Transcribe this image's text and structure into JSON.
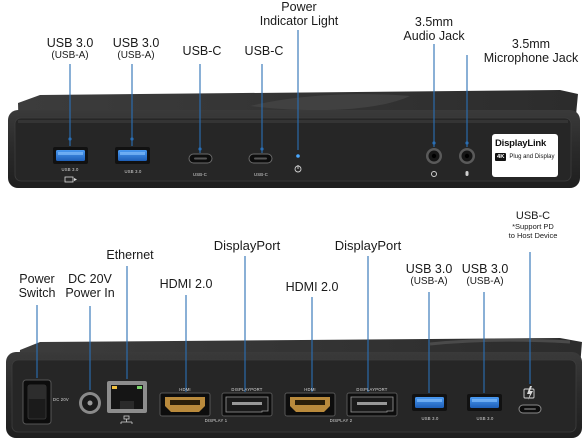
{
  "top_labels": {
    "usb30_a1": {
      "main": "USB 3.0",
      "sub": "(USB-A)"
    },
    "usb30_a2": {
      "main": "USB 3.0",
      "sub": "(USB-A)"
    },
    "usbc_1": "USB-C",
    "usbc_2": "USB-C",
    "power_light": [
      "Power",
      "Indicator Light"
    ],
    "audio_jack": [
      "3.5mm",
      "Audio Jack"
    ],
    "mic_jack": [
      "3.5mm",
      "Microphone Jack"
    ]
  },
  "bottom_labels": {
    "power_switch": [
      "Power",
      "Switch"
    ],
    "dc_power": [
      "DC 20V",
      "Power In"
    ],
    "ethernet": "Ethernet",
    "hdmi_1": "HDMI 2.0",
    "displayport_1": "DisplayPort",
    "hdmi_2": "HDMI 2.0",
    "displayport_2": "DisplayPort",
    "usb30_a3": {
      "main": "USB 3.0",
      "sub": "(USB-A)"
    },
    "usb30_a4": {
      "main": "USB 3.0",
      "sub": "(USB-A)"
    },
    "usbc_pd": {
      "main": "USB-C",
      "sub1": "*Support PD",
      "sub2": "to Host Device"
    }
  },
  "front_captions": {
    "usb_1": "USB 3.0",
    "usb_2": "USB 3.0",
    "usbc_1": "USB-C",
    "usbc_2": "USB-C"
  },
  "rear_captions": {
    "dc": "DC 20V",
    "hdmi": "HDMI",
    "displayport": "DISPLAYPORT",
    "display_1": "DISPLAY 1",
    "display_2": "DISPLAY 2",
    "usb_3": "USB 3.0",
    "usb_4": "USB 3.0"
  },
  "badge": {
    "brand": "DisplayLink",
    "res": "4K",
    "tagline": "Plug and Display"
  },
  "colors": {
    "dock_body": "#2b2b2b",
    "leader_line": "#2a6fb5",
    "usb_port_blue": "#2f7ee0",
    "hdmi_gold": "#b98a3c",
    "background": "#ffffff"
  }
}
